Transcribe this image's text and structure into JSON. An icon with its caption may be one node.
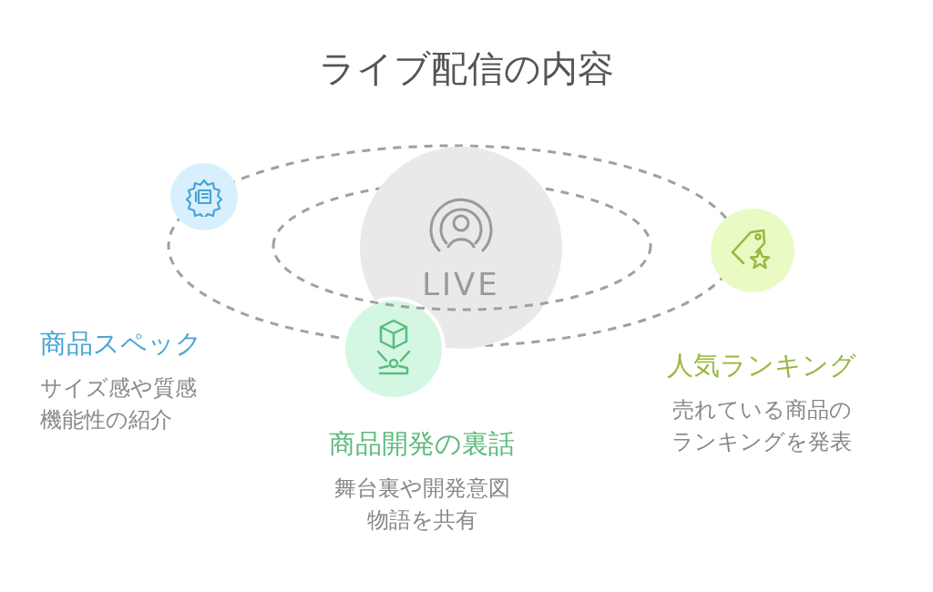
{
  "diagram": {
    "title": "ライブ配信の内容",
    "nodes": [
      {
        "text": [
          "LIVE"
        ]
      },
      {
        "text": [],
        "shape": "circle",
        "beside": [
          "商品スペック",
          "サイズ感や質感機能性の紹介"
        ]
      },
      {
        "text": [],
        "shape": "circle",
        "beside": [
          "商品開発の裏話",
          "舞台裏や開発意図物語を共有"
        ]
      },
      {
        "text": [],
        "shape": "circle",
        "beside": [
          "人気ランキング",
          "売れている商品のランキングを発表"
        ]
      }
    ],
    "edges": []
  }
}
